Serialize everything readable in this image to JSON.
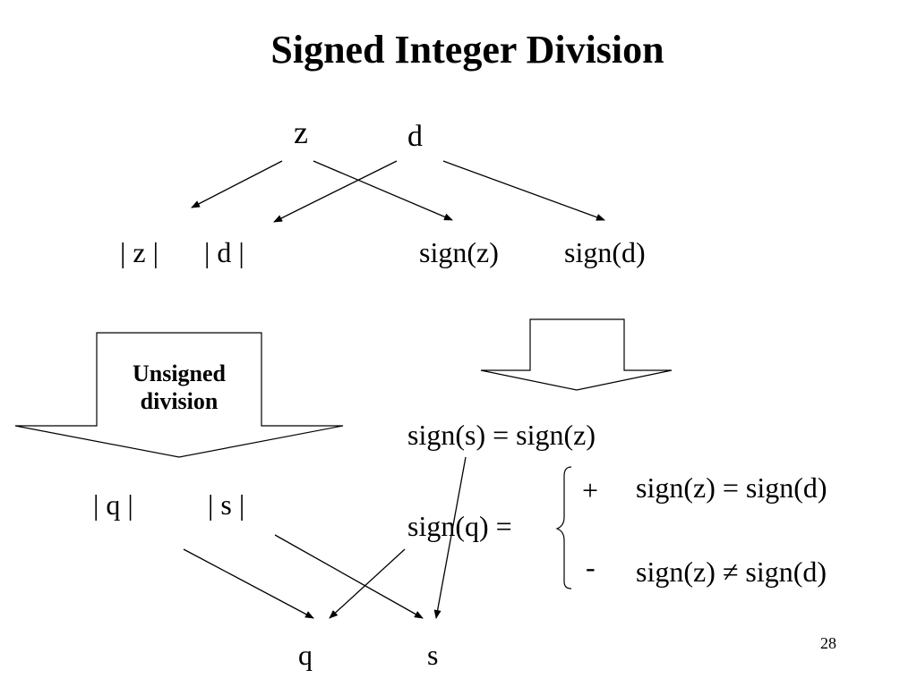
{
  "title": "Signed Integer Division",
  "inputs": {
    "z": "z",
    "d": "d"
  },
  "derived": {
    "abs_z": "| z |",
    "abs_d": "| d |",
    "sign_z": "sign(z)",
    "sign_d": "sign(d)"
  },
  "unsigned_division_label": {
    "line1": "Unsigned",
    "line2": "division"
  },
  "unsigned_results": {
    "abs_q": "| q |",
    "abs_s": "| s |"
  },
  "rules": {
    "sign_s": "sign(s) = sign(z)",
    "sign_q": "sign(q) =",
    "cases": [
      {
        "symbol": "+",
        "condition": "sign(z) = sign(d)"
      },
      {
        "symbol": "-",
        "condition": "sign(z) ≠ sign(d)"
      }
    ]
  },
  "outputs": {
    "q": "q",
    "s": "s"
  },
  "page_number": "28",
  "colors": {
    "ink": "#000000",
    "background": "#ffffff"
  }
}
